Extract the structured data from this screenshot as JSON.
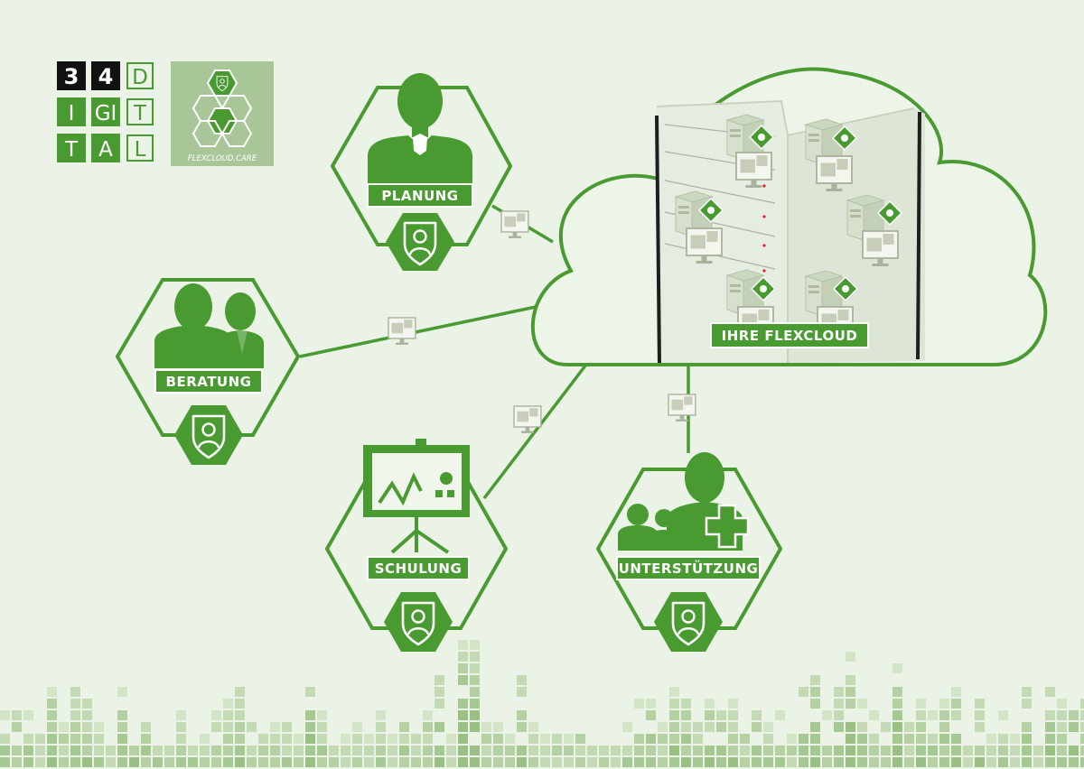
{
  "logo": {
    "row1": [
      "3",
      "4",
      "D"
    ],
    "row2": [
      "I",
      "GI",
      "T"
    ],
    "row3": [
      "T",
      "A",
      "L"
    ],
    "badge_text": "FLEXCLOUD.CARE"
  },
  "cloud": {
    "label": "IHRE FLEXCLOUD"
  },
  "services": {
    "planung": "PLANUNG",
    "beratung": "BERATUNG",
    "schulung": "SCHULUNG",
    "unterstuetzung": "UNTERSTÜTZUNG"
  },
  "icons": {
    "service_badge": "person-shield-icon",
    "connector": "monitor-icon",
    "planung": "business-person-icon",
    "beratung": "two-people-icon",
    "schulung": "presentation-board-icon",
    "unterstuetzung": "people-plus-icon"
  },
  "colors": {
    "primary_green": "#4a9a32",
    "dark_green": "#3d8a2a",
    "background": "#eaf3e6"
  }
}
